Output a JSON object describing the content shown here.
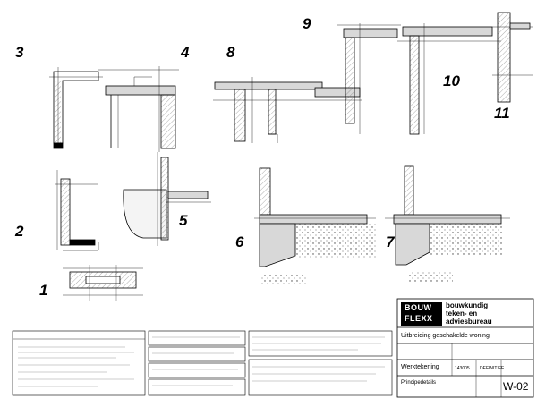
{
  "detail_numbers": [
    "1",
    "2",
    "3",
    "4",
    "5",
    "6",
    "7",
    "8",
    "9",
    "10",
    "11"
  ],
  "title_block": {
    "company_primary": "BOUW",
    "company_secondary": "FLEXX",
    "tagline_lines": [
      "bouwkundig",
      "teken- en",
      "adviesbureau"
    ],
    "project_title": "Uitbreiding geschakelde woning",
    "drawing_type": "Werktekening",
    "project_number": "143005",
    "status": "DEFINITIEF",
    "subject": "Principedetails",
    "sheet_number": "W-02"
  },
  "colors": {
    "line": "#000000",
    "fill_grey": "#d8d8d8",
    "hatch": "#7a7a7a"
  }
}
